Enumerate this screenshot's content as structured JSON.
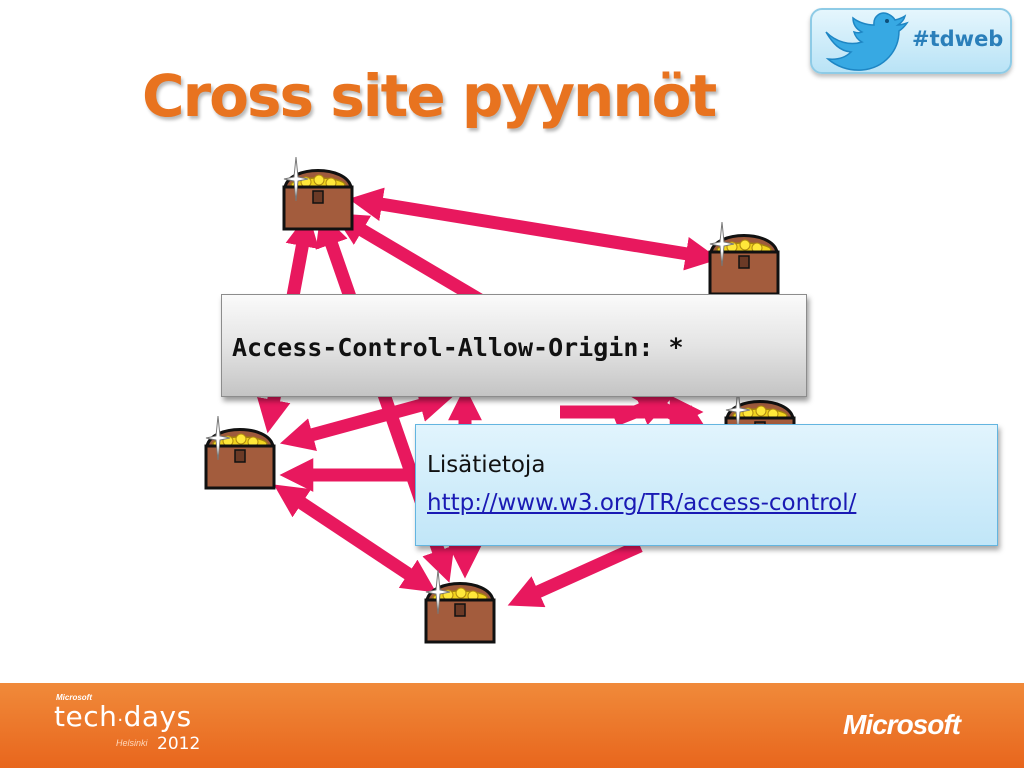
{
  "slide": {
    "title": "Cross site pyynnöt"
  },
  "twitter_badge": {
    "icon": "twitter-bird-icon",
    "hashtag": "#tdweb"
  },
  "diagram": {
    "icon": "treasure-chest-icon",
    "arrow_color": "#e8185e",
    "header_code": "Access-Control-Allow-Origin: *"
  },
  "info": {
    "label": "Lisätietoja",
    "link": "http://www.w3.org/TR/access-control/"
  },
  "footer": {
    "brand_small": "Microsoft",
    "event_part1": "tech",
    "event_separator": "·",
    "event_part2": "days",
    "city": "Helsinki",
    "year": "2012",
    "company_logo": "Microsoft",
    "accent_color": "#e8731f"
  }
}
